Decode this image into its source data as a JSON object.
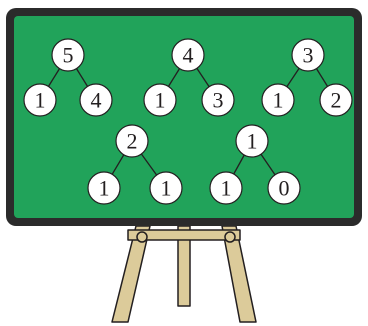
{
  "colors": {
    "board": "#21a35a",
    "frame": "#2b2b2b",
    "node_fill": "#ffffff",
    "node_stroke": "#231f20",
    "edge": "#231f20",
    "easel_wood": "#dccb9a",
    "easel_outline": "#231f20"
  },
  "trees": [
    {
      "root": "5",
      "left": "1",
      "right": "4"
    },
    {
      "root": "4",
      "left": "1",
      "right": "3"
    },
    {
      "root": "3",
      "left": "1",
      "right": "2"
    },
    {
      "root": "2",
      "left": "1",
      "right": "1"
    },
    {
      "root": "1",
      "left": "1",
      "right": "0"
    }
  ]
}
